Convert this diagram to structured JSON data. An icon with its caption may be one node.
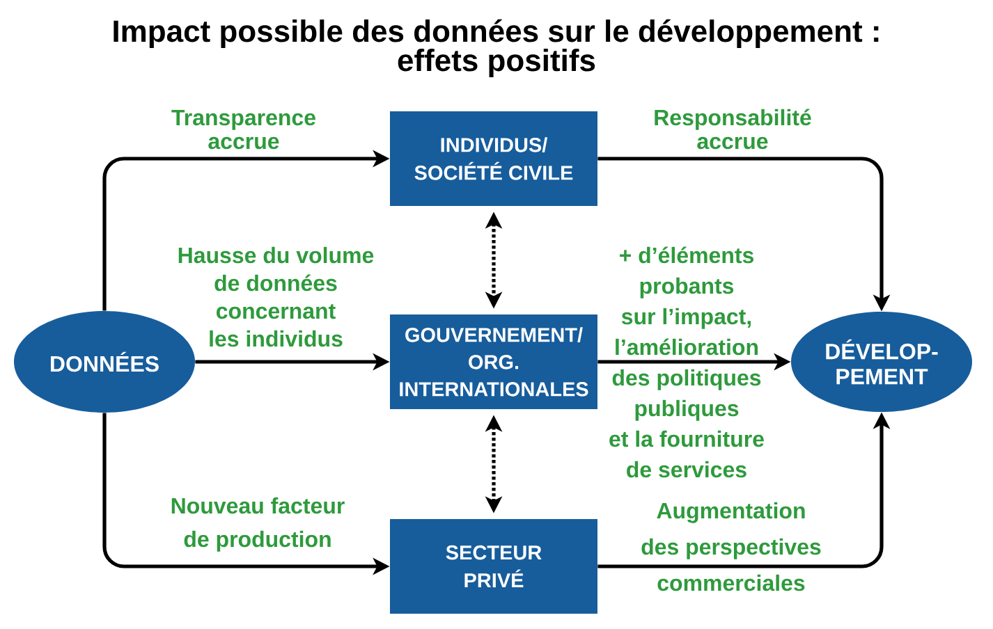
{
  "diagram": {
    "title": "Impact possible des données sur le développement : effets positifs",
    "nodes": [
      {
        "text": [
          "DONNÉES"
        ]
      },
      {
        "text": [
          "INDIVIDUS/ SOCIÉTÉ CIVILE"
        ]
      },
      {
        "text": [
          "GOUVERNEMENT/ ORG. INTERNATIONALES"
        ]
      },
      {
        "text": [
          "SECTEUR PRIVÉ"
        ]
      },
      {
        "text": [
          "DÉVELOP- PEMENT"
        ]
      }
    ],
    "edges": [
      {
        "from": 0,
        "to": 1,
        "arrow": "to",
        "label": "Transparence accrue"
      },
      {
        "from": 1,
        "to": 4,
        "arrow": "to",
        "label": "Responsabilité accrue"
      },
      {
        "from": 0,
        "to": 2,
        "arrow": "to",
        "label": "Hausse du volume de données concernant les individus"
      },
      {
        "from": 2,
        "to": 4,
        "arrow": "to",
        "label": "+ d’éléments probants sur l’impact, l’amélioration des politiques publiques et la fourniture de services"
      },
      {
        "from": 0,
        "to": 3,
        "arrow": "to",
        "label": "Nouveau facteur de production"
      },
      {
        "from": 3,
        "to": 4,
        "arrow": "to",
        "label": "Augmentation des perspectives commerciales"
      },
      {
        "from": 1,
        "to": 2,
        "arrow": "both",
        "style": "dashed"
      },
      {
        "from": 2,
        "to": 3,
        "arrow": "both",
        "style": "dashed"
      }
    ]
  }
}
